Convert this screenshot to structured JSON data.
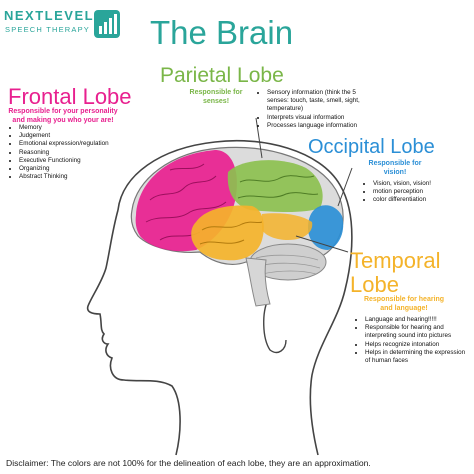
{
  "brand": {
    "line1": "NEXTLEVEL",
    "line2": "SPEECH THERAPY",
    "logo_icon": "bar-chart-icon",
    "color": "#2aa59a"
  },
  "title": "The Brain",
  "lobes": {
    "frontal": {
      "title": "Frontal Lobe",
      "subtitle": "Responsible for your personality and making you who your are!",
      "color": "#e8208f",
      "facts": [
        "Memory",
        "Judgement",
        "Emotional expression/regulation",
        "Reasoning",
        "Executive Functioning",
        "Organizing",
        "Abstract Thinking"
      ]
    },
    "parietal": {
      "title": "Parietal Lobe",
      "subtitle": "Responsible for senses!",
      "color": "#7ab648",
      "facts": [
        "Sensory information (think the 5 senses: touch, taste, smell, sight, temperature)",
        "Interprets visual information",
        "Processes language information"
      ]
    },
    "occipital": {
      "title": "Occipital Lobe",
      "subtitle": "Responsible for vision!",
      "color": "#2b8fd6",
      "facts": [
        "Vision, vision, vision!",
        "motion perception",
        "color differentiation"
      ]
    },
    "temporal": {
      "title_line1": "Temporal",
      "title_line2": "Lobe",
      "subtitle": "Responsible for hearing and language!",
      "color": "#f4b32a",
      "facts": [
        "Language and hearing!!!!!",
        "Responsible for hearing and interpreting sound into pictures",
        "Helps recognize intonation",
        "Helps in determining the expression of human faces"
      ]
    }
  },
  "disclaimer": "Disclaimer: The colors are not 100% for the delineation of each lobe, they are an approximation."
}
